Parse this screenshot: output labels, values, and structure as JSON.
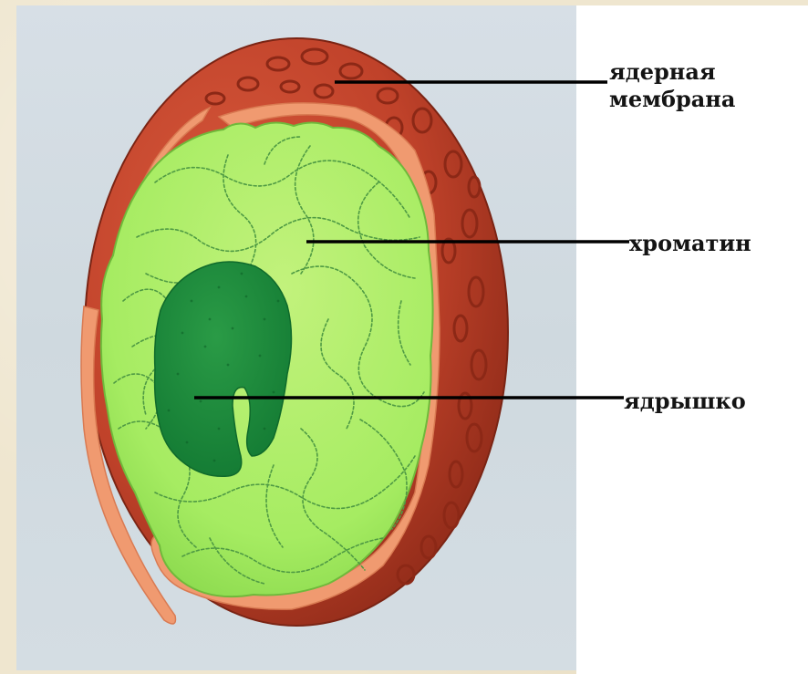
{
  "labels": {
    "nuclear_membrane_line1": "ядерная",
    "nuclear_membrane_line2": "мембрана",
    "chromatin": "хроматин",
    "nucleolus": "ядрышко"
  },
  "colors": {
    "background": "#efe6cf",
    "figure_background": "#d4dde3",
    "membrane_outer": "#c0422a",
    "membrane_pore_rim": "#a83220",
    "inner_membrane": "#f09a70",
    "nucleoplasm": "#a6ec62",
    "nucleolus": "#1e8f3c",
    "leader_line": "#000000"
  }
}
